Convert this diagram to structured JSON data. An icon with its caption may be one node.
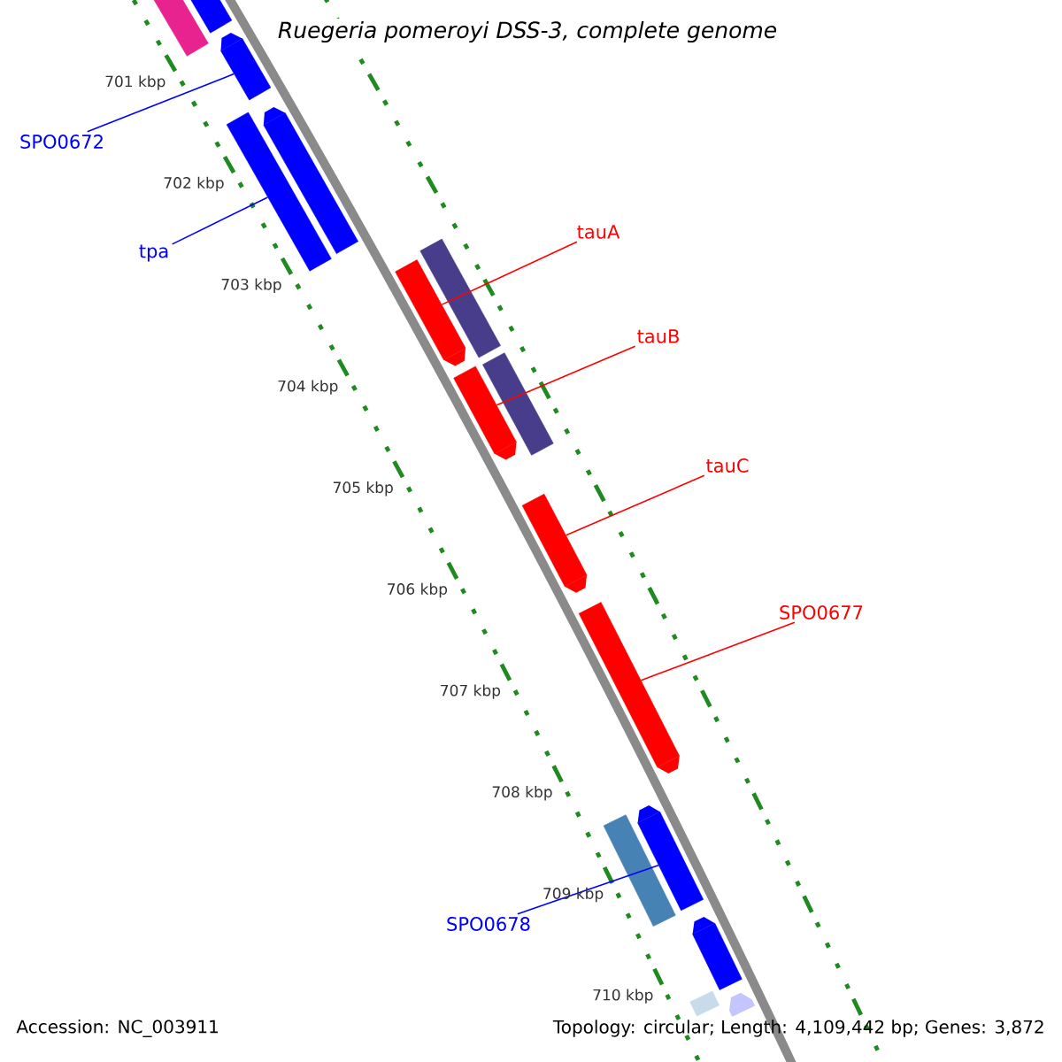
{
  "diagram": {
    "title": "Ruegeria pomeroyi DSS-3, complete genome",
    "nodes": [
      {
        "text": [
          "SPO0672"
        ]
      },
      {
        "text": [
          "tpa"
        ]
      },
      {
        "text": [
          "tauA"
        ]
      },
      {
        "text": [
          "tauB"
        ]
      },
      {
        "text": [
          "tauC"
        ]
      },
      {
        "text": [
          "SPO0677"
        ]
      },
      {
        "text": [
          "SPO0678"
        ]
      },
      {
        "text": [],
        "shape": "bar"
      },
      {
        "text": [],
        "shape": "bar"
      },
      {
        "text": [],
        "shape": "bar"
      },
      {
        "text": [],
        "shape": "bar"
      },
      {
        "text": [],
        "shape": "bar"
      },
      {
        "text": [],
        "shape": "bar"
      },
      {
        "text": [],
        "shape": "bar"
      },
      {
        "text": [],
        "shape": "bar"
      },
      {
        "text": [],
        "shape": "bar"
      },
      {
        "text": [],
        "shape": "bar"
      },
      {
        "text": [],
        "shape": "bar"
      },
      {
        "text": [],
        "shape": "bar"
      },
      {
        "text": [],
        "shape": "bar"
      },
      {
        "text": [],
        "shape": "bar"
      },
      {
        "text": [],
        "shape": "bar"
      },
      {
        "text": [],
        "shape": "bar"
      }
    ],
    "edges": [
      {
        "from": 0,
        "to": 9,
        "arrow": "none",
        "color": "#0000ff"
      },
      {
        "from": 1,
        "to": 10,
        "arrow": "none",
        "color": "#0000ff"
      },
      {
        "from": 2,
        "to": 12,
        "arrow": "none"
      },
      {
        "from": 3,
        "to": 14,
        "arrow": "none"
      },
      {
        "from": 4,
        "to": 16,
        "arrow": "none"
      },
      {
        "from": 5,
        "to": 17,
        "arrow": "none"
      },
      {
        "from": 6,
        "to": 19,
        "arrow": "none",
        "color": "#0000ff"
      }
    ],
    "labels": [
      "701 kbp",
      "702 kbp",
      "703 kbp",
      "704 kbp",
      "705 kbp",
      "706 kbp",
      "707 kbp",
      "708 kbp",
      "709 kbp",
      "710 kbp",
      "Accession: NC_003911",
      "Topology: circular; Length: 4,109,442 bp; Genes: 3,872"
    ]
  }
}
